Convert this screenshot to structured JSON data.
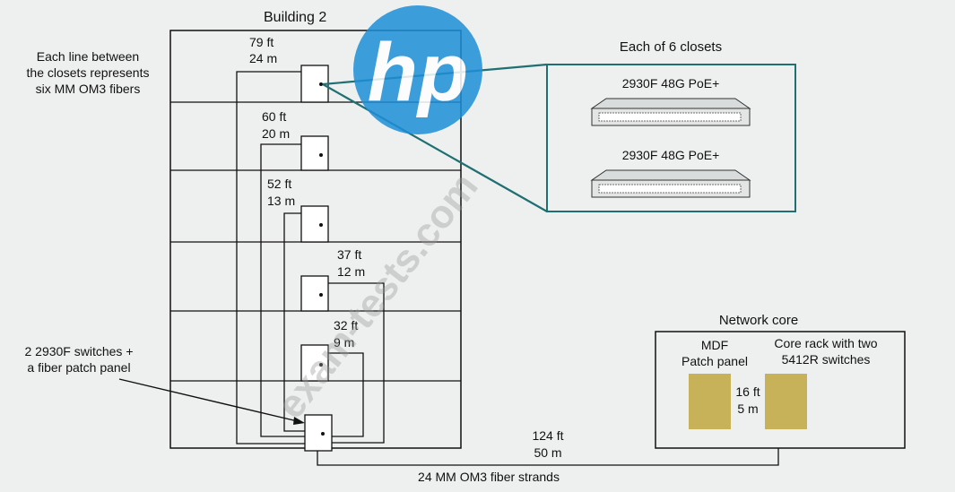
{
  "building": {
    "title": "Building 2",
    "note_lines": [
      "Each line between",
      "the closets represents",
      "six MM OM3 fibers"
    ],
    "bottom_closet_note": [
      "2 2930F switches +",
      "a fiber patch panel"
    ],
    "distances": [
      {
        "ft": "79 ft",
        "m": "24 m"
      },
      {
        "ft": "60 ft",
        "m": "20 m"
      },
      {
        "ft": "52 ft",
        "m": "13 m"
      },
      {
        "ft": "37 ft",
        "m": "12 m"
      },
      {
        "ft": "32 ft",
        "m": "9 m"
      }
    ]
  },
  "closets_panel": {
    "title": "Each of 6 closets",
    "switches": [
      "2930F 48G PoE+",
      "2930F 48G PoE+"
    ]
  },
  "core": {
    "title": "Network core",
    "mdf_label": [
      "MDF",
      "Patch panel"
    ],
    "rack_label": [
      "Core rack with two",
      "5412R switches"
    ],
    "link": {
      "ft": "16 ft",
      "m": "5 m"
    }
  },
  "uplink": {
    "ft": "124 ft",
    "m": "50 m",
    "caption": "24 MM OM3 fiber strands"
  },
  "watermark": {
    "logo_text": "hp",
    "text": "exam-tests.com"
  },
  "colors": {
    "line": "#111111",
    "teal": "#1f6f73",
    "hp_blue": "#1e8fd8",
    "rack_fill": "#c7b25a"
  }
}
